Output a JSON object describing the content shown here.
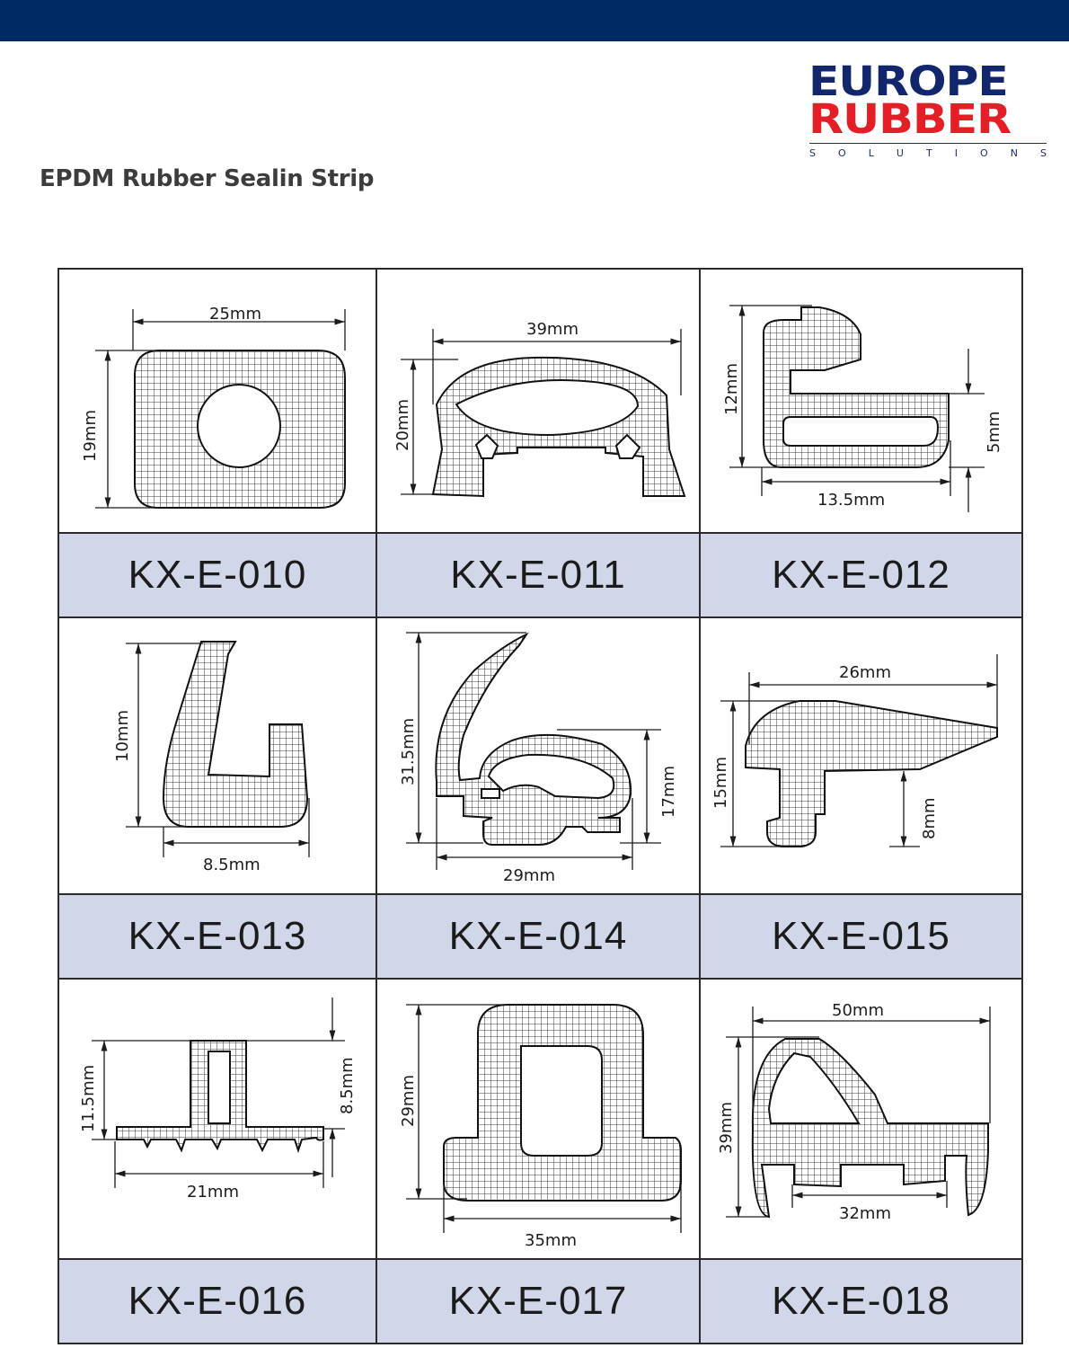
{
  "document": {
    "title": "EPDM Rubber Sealin Strip"
  },
  "logo": {
    "line1": "EUROPE",
    "line2": "RUBBER",
    "tagline_letters": [
      "S",
      "O",
      "L",
      "U",
      "T",
      "I",
      "O",
      "N",
      "S"
    ]
  },
  "colors": {
    "top_bar": "#002a63",
    "logo_blue": "#12276b",
    "logo_red": "#e41e26",
    "label_band": "#d1d7e9"
  },
  "products": [
    {
      "code": "KX-E-010",
      "dims": [
        "25mm",
        "19mm"
      ]
    },
    {
      "code": "KX-E-011",
      "dims": [
        "39mm",
        "20mm"
      ]
    },
    {
      "code": "KX-E-012",
      "dims": [
        "12mm",
        "5mm",
        "13.5mm"
      ]
    },
    {
      "code": "KX-E-013",
      "dims": [
        "10mm",
        "8.5mm"
      ]
    },
    {
      "code": "KX-E-014",
      "dims": [
        "31.5mm",
        "17mm",
        "29mm"
      ]
    },
    {
      "code": "KX-E-015",
      "dims": [
        "26mm",
        "15mm",
        "8mm"
      ]
    },
    {
      "code": "KX-E-016",
      "dims": [
        "11.5mm",
        "8.5mm",
        "21mm"
      ]
    },
    {
      "code": "KX-E-017",
      "dims": [
        "29mm",
        "35mm"
      ]
    },
    {
      "code": "KX-E-018",
      "dims": [
        "50mm",
        "39mm",
        "32mm"
      ]
    }
  ]
}
